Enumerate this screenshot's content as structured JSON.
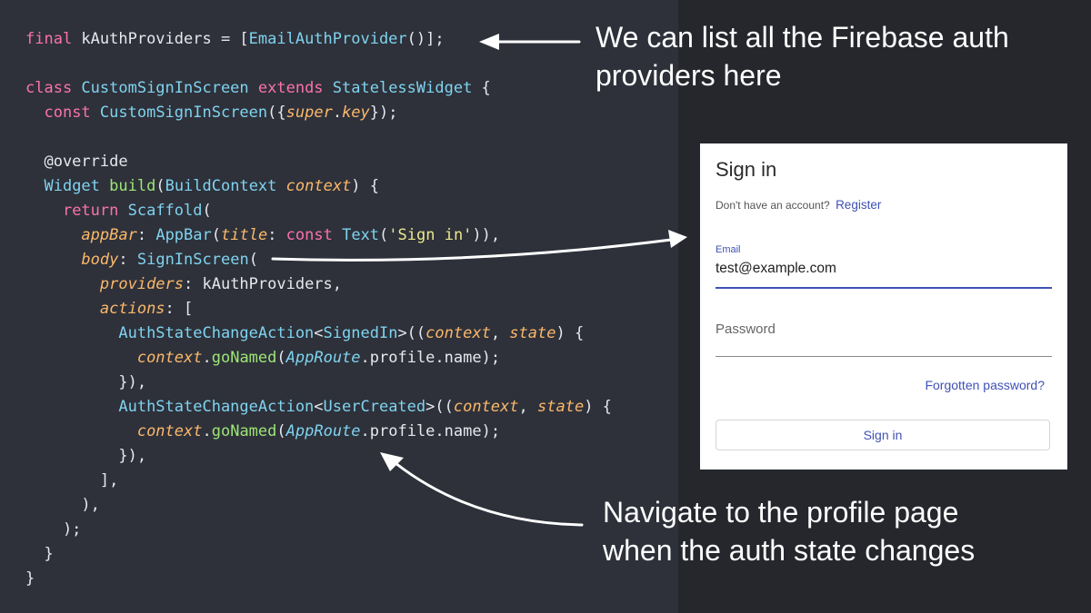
{
  "colors": {
    "background": "#25272d",
    "code_panel": "#2e313a",
    "keyword": "#fb71ae",
    "type": "#7fd3ef",
    "plain": "#e6e8ef",
    "italic_param": "#fbb86a",
    "function": "#9ee576",
    "string": "#ebe88c",
    "accent": "#3f51b5",
    "annotation_text": "#ffffff"
  },
  "code_lines": [
    [
      [
        "kw",
        "final "
      ],
      [
        "plain",
        "kAuthProviders = ["
      ],
      [
        "type",
        "EmailAuthProvider"
      ],
      [
        "plain",
        "()];"
      ]
    ],
    [],
    [
      [
        "kw",
        "class "
      ],
      [
        "type",
        "CustomSignInScreen "
      ],
      [
        "kw",
        "extends "
      ],
      [
        "type",
        "StatelessWidget"
      ],
      [
        "plain",
        " {"
      ]
    ],
    [
      [
        "plain",
        "  "
      ],
      [
        "kw",
        "const "
      ],
      [
        "type",
        "CustomSignInScreen"
      ],
      [
        "plain",
        "({"
      ],
      [
        "ital",
        "super"
      ],
      [
        "plain",
        "."
      ],
      [
        "ital",
        "key"
      ],
      [
        "plain",
        "});"
      ]
    ],
    [],
    [
      [
        "meta",
        "  @override"
      ]
    ],
    [
      [
        "plain",
        "  "
      ],
      [
        "type",
        "Widget "
      ],
      [
        "fn",
        "build"
      ],
      [
        "plain",
        "("
      ],
      [
        "type",
        "BuildContext "
      ],
      [
        "ital",
        "context"
      ],
      [
        "plain",
        ") {"
      ]
    ],
    [
      [
        "plain",
        "    "
      ],
      [
        "kw",
        "return "
      ],
      [
        "type",
        "Scaffold"
      ],
      [
        "plain",
        "("
      ]
    ],
    [
      [
        "plain",
        "      "
      ],
      [
        "ital",
        "appBar"
      ],
      [
        "plain",
        ": "
      ],
      [
        "type",
        "AppBar"
      ],
      [
        "plain",
        "("
      ],
      [
        "ital",
        "title"
      ],
      [
        "plain",
        ": "
      ],
      [
        "kw",
        "const "
      ],
      [
        "type",
        "Text"
      ],
      [
        "plain",
        "("
      ],
      [
        "str",
        "'Sign in'"
      ],
      [
        "plain",
        ")),"
      ]
    ],
    [
      [
        "plain",
        "      "
      ],
      [
        "ital",
        "body"
      ],
      [
        "plain",
        ": "
      ],
      [
        "type",
        "SignInScreen"
      ],
      [
        "plain",
        "("
      ]
    ],
    [
      [
        "plain",
        "        "
      ],
      [
        "ital",
        "providers"
      ],
      [
        "plain",
        ": kAuthProviders,"
      ]
    ],
    [
      [
        "plain",
        "        "
      ],
      [
        "ital",
        "actions"
      ],
      [
        "plain",
        ": ["
      ]
    ],
    [
      [
        "plain",
        "          "
      ],
      [
        "type",
        "AuthStateChangeAction"
      ],
      [
        "plain",
        "<"
      ],
      [
        "type",
        "SignedIn"
      ],
      [
        "plain",
        ">(("
      ],
      [
        "ital",
        "context"
      ],
      [
        "plain",
        ", "
      ],
      [
        "ital",
        "state"
      ],
      [
        "plain",
        ") {"
      ]
    ],
    [
      [
        "plain",
        "            "
      ],
      [
        "ital",
        "context"
      ],
      [
        "plain",
        "."
      ],
      [
        "fn",
        "goNamed"
      ],
      [
        "plain",
        "("
      ],
      [
        "italfn",
        "AppRoute"
      ],
      [
        "plain",
        ".profile.name);"
      ]
    ],
    [
      [
        "plain",
        "          }),"
      ]
    ],
    [
      [
        "plain",
        "          "
      ],
      [
        "type",
        "AuthStateChangeAction"
      ],
      [
        "plain",
        "<"
      ],
      [
        "type",
        "UserCreated"
      ],
      [
        "plain",
        ">(("
      ],
      [
        "ital",
        "context"
      ],
      [
        "plain",
        ", "
      ],
      [
        "ital",
        "state"
      ],
      [
        "plain",
        ") {"
      ]
    ],
    [
      [
        "plain",
        "            "
      ],
      [
        "ital",
        "context"
      ],
      [
        "plain",
        "."
      ],
      [
        "fn",
        "goNamed"
      ],
      [
        "plain",
        "("
      ],
      [
        "italfn",
        "AppRoute"
      ],
      [
        "plain",
        ".profile.name);"
      ]
    ],
    [
      [
        "plain",
        "          }),"
      ]
    ],
    [
      [
        "plain",
        "        ],"
      ]
    ],
    [
      [
        "plain",
        "      ),"
      ]
    ],
    [
      [
        "plain",
        "    );"
      ]
    ],
    [
      [
        "plain",
        "  }"
      ]
    ],
    [
      [
        "plain",
        "}"
      ]
    ]
  ],
  "annotations": {
    "top": "We can list all the Firebase auth\nproviders here",
    "bottom": "Navigate to the profile page\nwhen the auth state changes"
  },
  "signin": {
    "title": "Sign in",
    "no_account_text": "Don't have an account?",
    "register_link": "Register",
    "email_label": "Email",
    "email_value": "test@example.com",
    "password_placeholder": "Password",
    "forgot_link": "Forgotten password?",
    "button_label": "Sign in"
  }
}
